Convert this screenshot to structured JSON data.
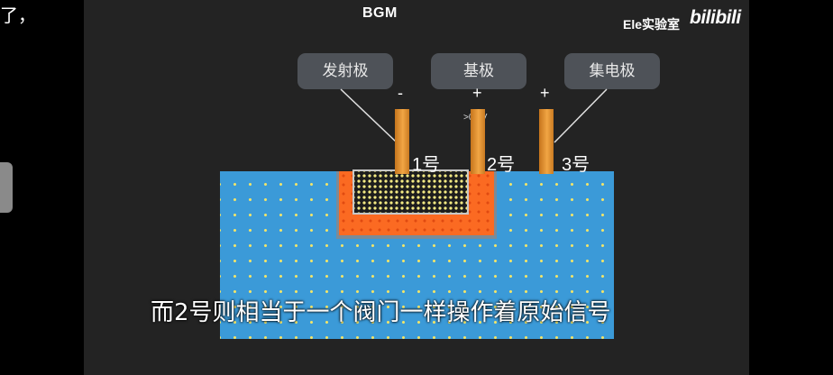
{
  "side_caption": "了，",
  "video": {
    "bgm": "BGM",
    "watermark": "Ele实验室",
    "logo": "bilibili",
    "terminals": [
      {
        "name": "发射极",
        "sign": "-",
        "number": "1号"
      },
      {
        "name": "基极",
        "sign": "+",
        "number": "2号",
        "voltage": ">0.7V"
      },
      {
        "name": "集电极",
        "sign": "+",
        "number": "3号"
      }
    ],
    "subtitle": "而2号则相当于一个阀门一样操作着原始信号",
    "colors": {
      "n_substrate": "#3b9ad8",
      "p_region": "#fb6a22",
      "n_plus_region": "#1d1d1d",
      "dots": "#f0e46a",
      "electrode": "#e8962e",
      "label_pill": "#4e5258",
      "background": "#232323"
    }
  }
}
